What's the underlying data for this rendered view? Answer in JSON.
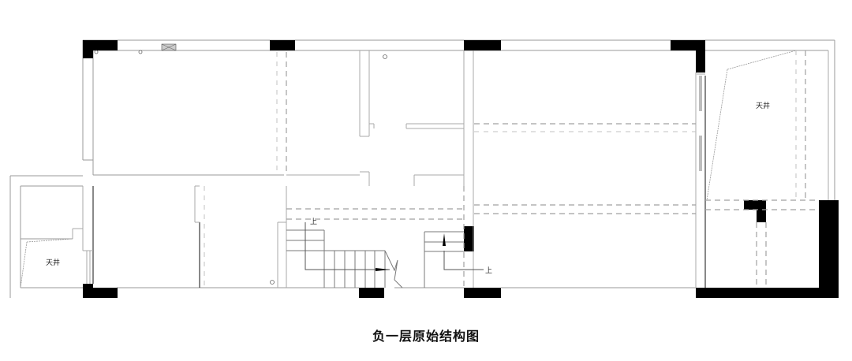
{
  "diagram": {
    "title": "负一层原始结构图",
    "type": "architectural floor plan",
    "labels": {
      "skylight_left": "天井",
      "skylight_right": "天井",
      "stair_up_left": "上",
      "stair_up_right": "上"
    },
    "colors": {
      "wall_line": "#9a9a9a",
      "column_fill": "#000000",
      "beam_dash": "#a0a0a0",
      "background": "#ffffff",
      "caption_text": "#111111"
    }
  }
}
